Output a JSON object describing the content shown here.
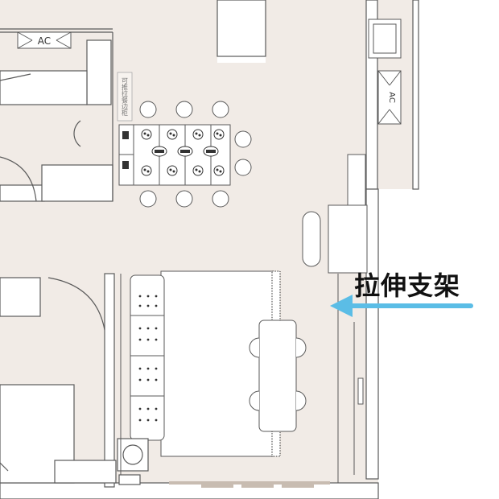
{
  "labels": {
    "ac_left": "AC",
    "ac_right": "AC",
    "sideboard_note": "可推拉餐边柜",
    "callout": "拉伸支架"
  },
  "colors": {
    "floor": "#f1ebe6",
    "wall": "#ffffff",
    "line": "#5a5a5a",
    "arrow": "#5bbde6",
    "text": "#111111"
  }
}
